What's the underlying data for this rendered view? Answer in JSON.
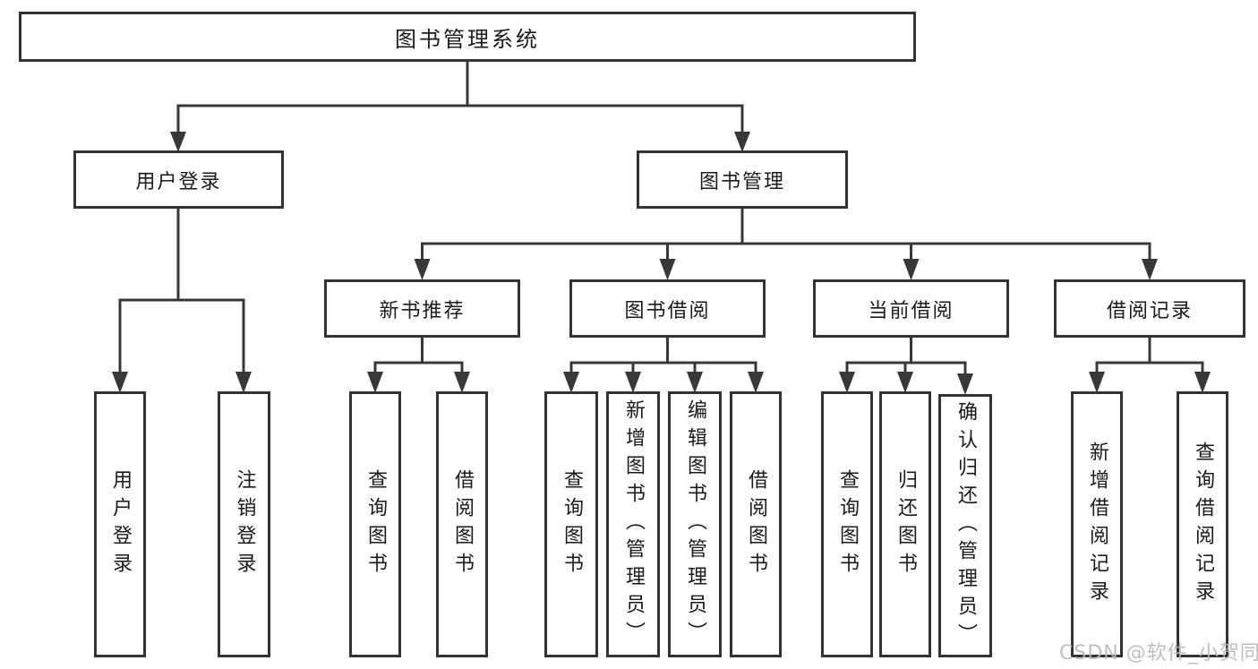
{
  "diagram": {
    "root": "图书管理系统",
    "branches": [
      {
        "label": "用户登录",
        "children": [
          "用户登录",
          "注销登录"
        ]
      },
      {
        "label": "图书管理",
        "sections": [
          {
            "label": "新书推荐",
            "children": [
              "查询图书",
              "借阅图书"
            ]
          },
          {
            "label": "图书借阅",
            "children": [
              "查询图书",
              "新增图书（管理员）",
              "编辑图书（管理员）",
              "借阅图书"
            ]
          },
          {
            "label": "当前借阅",
            "children": [
              "查询图书",
              "归还图书",
              "确认归还（管理员）"
            ]
          },
          {
            "label": "借阅记录",
            "children": [
              "新增借阅记录",
              "查询借阅记录"
            ]
          }
        ]
      }
    ]
  },
  "watermark": "CSDN @软件_小贺同学",
  "colors": {
    "line": "#383838",
    "box_border": "#333333",
    "text": "#1a1a1a",
    "watermark": "#b9b9b9",
    "background": "#ffffff"
  }
}
